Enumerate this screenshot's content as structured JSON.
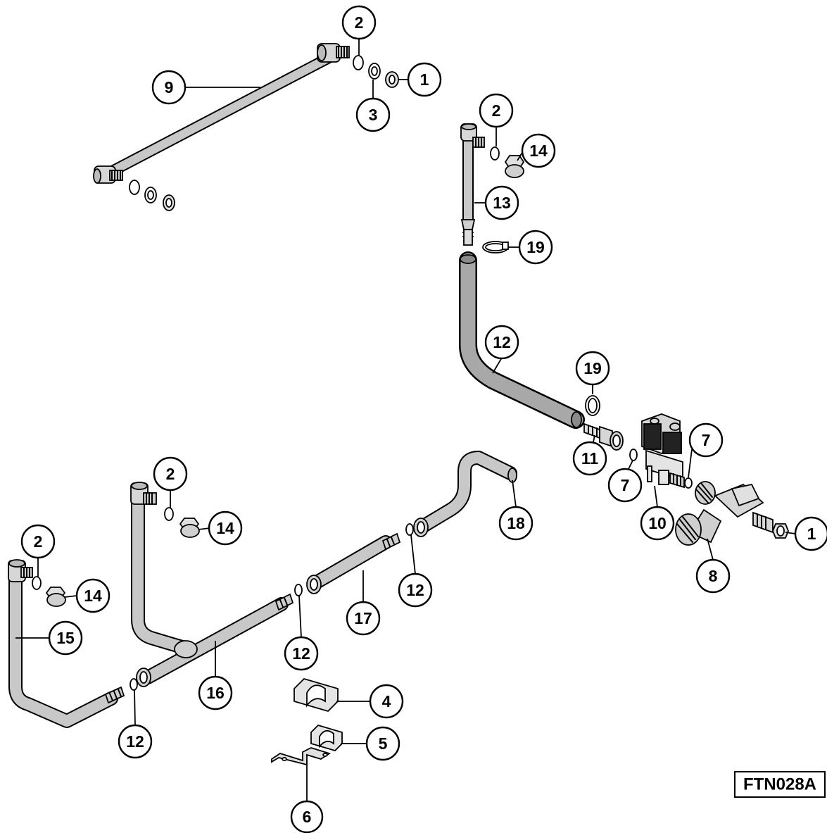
{
  "diagram": {
    "figure_code": "FTN028A",
    "colors": {
      "line": "#000000",
      "pipe_fill": "#c8c8c8",
      "hose_fill": "#a8a8a8",
      "part_fill": "#d6d6d6",
      "dark_part": "#222222",
      "background": "#ffffff"
    },
    "callouts": [
      {
        "id": "c2-top",
        "label": "2"
      },
      {
        "id": "c9",
        "label": "9"
      },
      {
        "id": "c1-top",
        "label": "1"
      },
      {
        "id": "c3",
        "label": "3"
      },
      {
        "id": "c2-right",
        "label": "2"
      },
      {
        "id": "c14-right",
        "label": "14"
      },
      {
        "id": "c13",
        "label": "13"
      },
      {
        "id": "c19-top",
        "label": "19"
      },
      {
        "id": "c12-hose",
        "label": "12"
      },
      {
        "id": "c19-mid",
        "label": "19"
      },
      {
        "id": "c7-right",
        "label": "7"
      },
      {
        "id": "c11",
        "label": "11"
      },
      {
        "id": "c7-left",
        "label": "7"
      },
      {
        "id": "c10",
        "label": "10"
      },
      {
        "id": "c1-right",
        "label": "1"
      },
      {
        "id": "c8",
        "label": "8"
      },
      {
        "id": "c2-mid",
        "label": "2"
      },
      {
        "id": "c14-mid",
        "label": "14"
      },
      {
        "id": "c18",
        "label": "18"
      },
      {
        "id": "c2-left",
        "label": "2"
      },
      {
        "id": "c14-left",
        "label": "14"
      },
      {
        "id": "c12-mid",
        "label": "12"
      },
      {
        "id": "c17",
        "label": "17"
      },
      {
        "id": "c15",
        "label": "15"
      },
      {
        "id": "c12-center",
        "label": "12"
      },
      {
        "id": "c16",
        "label": "16"
      },
      {
        "id": "c4",
        "label": "4"
      },
      {
        "id": "c12-bottom",
        "label": "12"
      },
      {
        "id": "c5",
        "label": "5"
      },
      {
        "id": "c6",
        "label": "6"
      }
    ]
  }
}
